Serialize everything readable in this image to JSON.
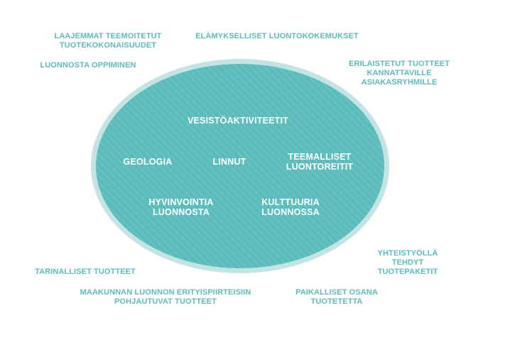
{
  "colors": {
    "ring": "#c4e4e3",
    "fill": "#5bbdbb",
    "hatch": "#7ccbc9",
    "outer_text": "#5bbdbb",
    "inner_text": "#ffffff"
  },
  "inner": {
    "vesisto": [
      "VESISTÖAKTIVITEETIT"
    ],
    "geologia": [
      "GEOLOGIA"
    ],
    "linnut": [
      "LINNUT"
    ],
    "teemalliset": [
      "TEEMALLISET",
      "LUONTOREITIT"
    ],
    "hyvinvointia": [
      "HYVINVOINTIA",
      "LUONNOSTA"
    ],
    "kulttuuria": [
      "KULTTUURIA",
      "LUONNOSSA"
    ]
  },
  "outer": {
    "laajemmat": [
      "LAAJEMMAT TEEMOITETUT",
      "TUOTEKOKONAISUUDET"
    ],
    "elamykselliset": [
      "ELÄMYKSELLISET LUONTOKOKEMUKSET"
    ],
    "oppiminen": [
      "LUONNOSTA OPPIMINEN"
    ],
    "erilaistetut": [
      "ERILAISTETUT TUOTTEET",
      "KANNATTAVILLE",
      "ASIAKASRYHMILLE"
    ],
    "yhteistyolla": [
      "YHTEISTYÖLLÄ",
      "TEHDYT",
      "TUOTEPAKETIT"
    ],
    "tarinalliset": [
      "TARINALLISET TUOTTEET"
    ],
    "maakunnan": [
      "MAAKUNNAN LUONNON ERITYISPIIRTEISIIN",
      "POHJAUTUVAT TUOTTEET"
    ],
    "paikalliset": [
      "PAIKALLISET OSANA",
      "TUOTETETTA"
    ]
  }
}
